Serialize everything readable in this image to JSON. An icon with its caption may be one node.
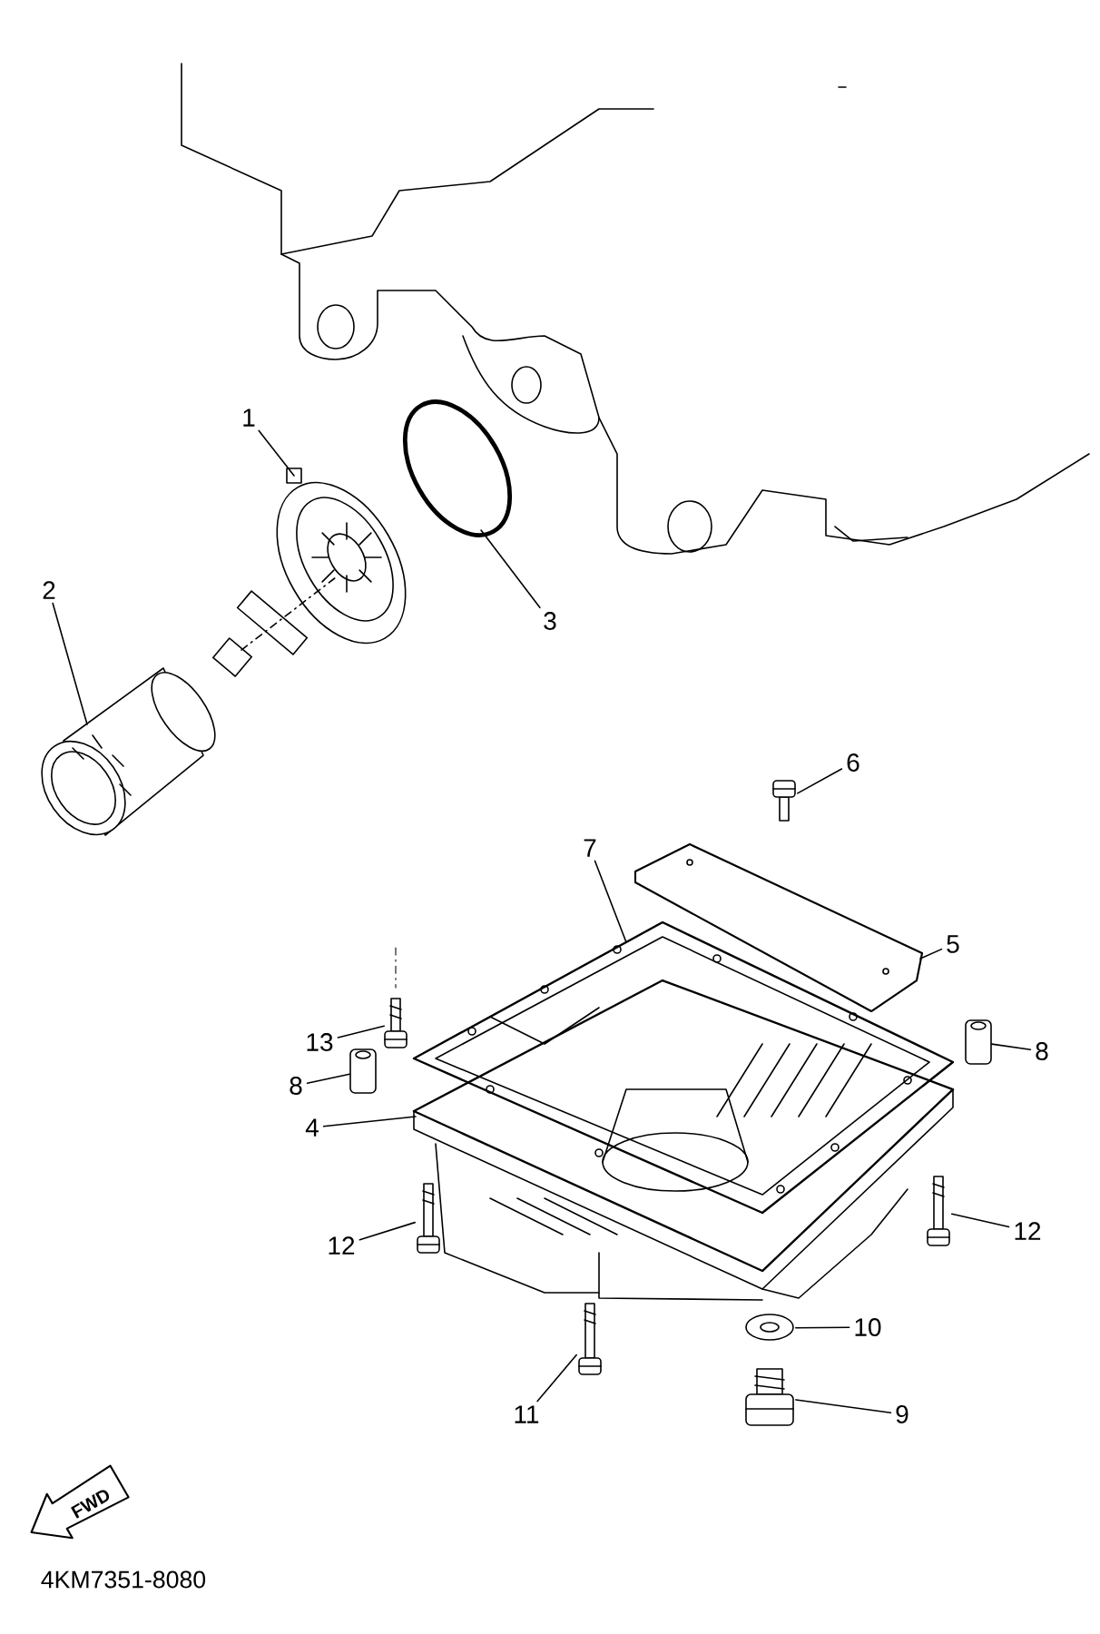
{
  "diagram": {
    "nodes": [
      {
        "text": [
          "1"
        ]
      },
      {
        "text": [
          "2"
        ]
      },
      {
        "text": [
          "3"
        ]
      },
      {
        "text": [
          "6"
        ]
      },
      {
        "text": [
          "7"
        ]
      },
      {
        "text": [
          "5"
        ]
      },
      {
        "text": [
          "13"
        ]
      },
      {
        "text": [
          "8"
        ]
      },
      {
        "text": [
          "8"
        ]
      },
      {
        "text": [
          "4"
        ]
      },
      {
        "text": [
          "12"
        ]
      },
      {
        "text": [
          "12"
        ]
      },
      {
        "text": [
          "10"
        ]
      },
      {
        "text": [
          "11"
        ]
      },
      {
        "text": [
          "9"
        ]
      },
      {
        "text": [],
        "shape": "picture"
      },
      {
        "text": [],
        "shape": "picture"
      },
      {
        "text": [],
        "shape": "picture"
      },
      {
        "text": [],
        "shape": "picture"
      },
      {
        "text": [],
        "shape": "picture"
      },
      {
        "text": [],
        "shape": "picture"
      },
      {
        "text": [],
        "shape": "picture"
      },
      {
        "text": [],
        "shape": "picture"
      },
      {
        "text": [],
        "shape": "picture"
      },
      {
        "text": [],
        "shape": "picture"
      },
      {
        "text": [],
        "shape": "picture"
      },
      {
        "text": [],
        "shape": "picture"
      },
      {
        "text": [],
        "shape": "picture"
      },
      {
        "text": [],
        "shape": "picture"
      },
      {
        "text": [],
        "shape": "picture"
      },
      {
        "text": [
          "FWD"
        ]
      }
    ],
    "edges": [
      {
        "from": 0,
        "to": 15,
        "arrow": "none"
      },
      {
        "from": 1,
        "to": 16,
        "arrow": "none"
      },
      {
        "from": 2,
        "to": 17,
        "arrow": "none"
      },
      {
        "from": 3,
        "to": 18,
        "arrow": "none"
      },
      {
        "from": 4,
        "to": 19,
        "arrow": "none"
      },
      {
        "from": 5,
        "to": 20,
        "arrow": "none"
      },
      {
        "from": 6,
        "to": 21,
        "arrow": "none"
      },
      {
        "from": 7,
        "to": 22,
        "arrow": "none"
      },
      {
        "from": 8,
        "to": 23,
        "arrow": "none"
      },
      {
        "from": 9,
        "to": 24,
        "arrow": "none"
      },
      {
        "from": 10,
        "to": 25,
        "arrow": "none"
      },
      {
        "from": 11,
        "to": 26,
        "arrow": "none"
      },
      {
        "from": 12,
        "to": 27,
        "arrow": "none"
      },
      {
        "from": 13,
        "to": 28,
        "arrow": "none"
      },
      {
        "from": 14,
        "to": 29,
        "arrow": "none"
      }
    ],
    "labels": [
      "4KM7351-8080"
    ]
  }
}
